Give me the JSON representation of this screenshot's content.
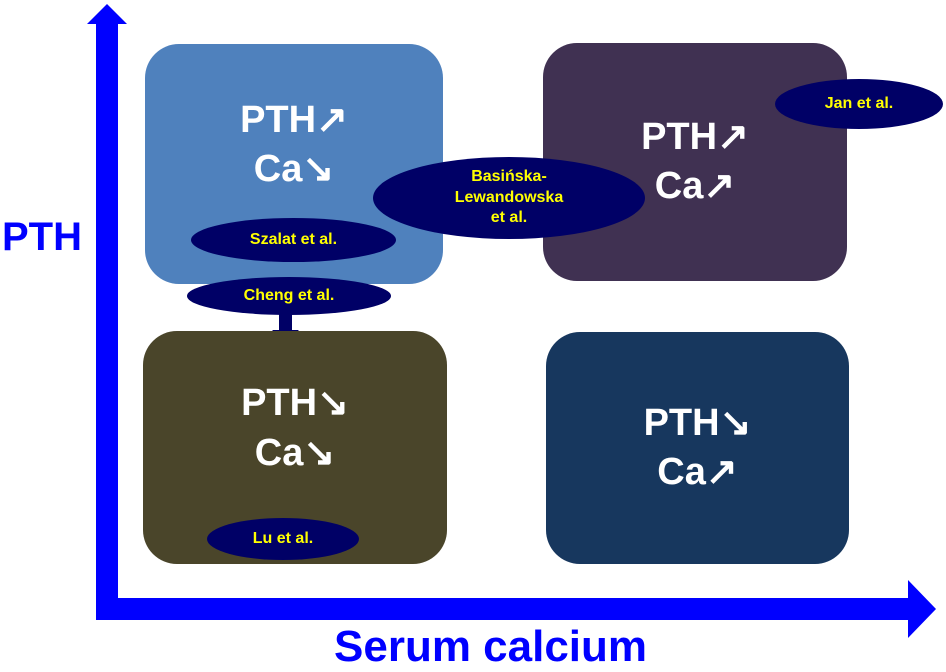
{
  "axes": {
    "y_label": "PTH",
    "x_label": "Serum calcium"
  },
  "quadrants": {
    "top_left": {
      "line1": "PTH↗",
      "line2": "Ca↘"
    },
    "top_right": {
      "line1": "PTH↗",
      "line2": "Ca↗"
    },
    "bottom_left": {
      "line1": "PTH↘",
      "line2": "Ca↘"
    },
    "bottom_right": {
      "line1": "PTH↘",
      "line2": "Ca↗"
    }
  },
  "studies": {
    "szalat": "Szalat et al.",
    "cheng": "Cheng et al.",
    "basinska_line1": "Basińska-",
    "basinska_line2": "Lewandowska",
    "basinska_line3": "et al.",
    "jan": "Jan et al.",
    "lu": "Lu et al."
  },
  "colors": {
    "axis": "#0000ff",
    "top_left": "#4f81bd",
    "top_right": "#403152",
    "bottom_left": "#4a452a",
    "bottom_right": "#17375e",
    "study_fill": "#000066",
    "study_text": "#ffff00"
  }
}
